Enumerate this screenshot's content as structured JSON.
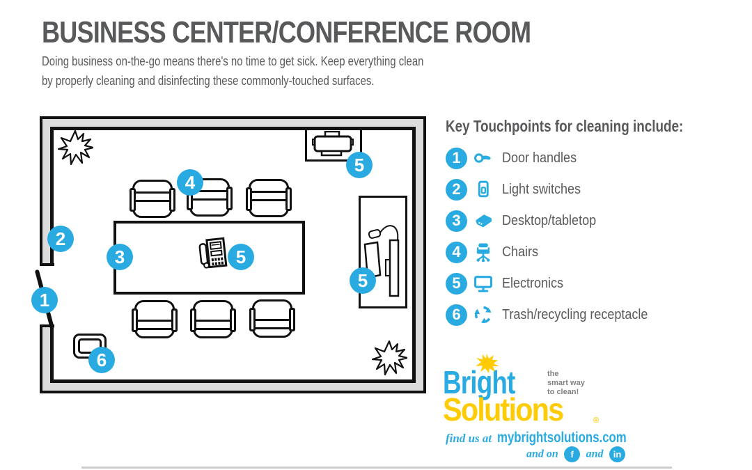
{
  "header": {
    "title": "BUSINESS CENTER/CONFERENCE ROOM",
    "subtitle_line1": "Doing business on-the-go means there's no time to get sick. Keep everything clean",
    "subtitle_line2": "by properly cleaning and disinfecting these commonly-touched surfaces."
  },
  "colors": {
    "accent_blue": "#29abe2",
    "brand_yellow": "#ffcb05",
    "text_gray": "#58595b",
    "wall_gray": "#dcdcdc",
    "line_black": "#111111"
  },
  "touchpoints": {
    "heading": "Key Touchpoints for cleaning include:",
    "items": [
      {
        "number": "1",
        "icon": "door-handle-icon",
        "label": "Door handles"
      },
      {
        "number": "2",
        "icon": "light-switch-icon",
        "label": "Light switches"
      },
      {
        "number": "3",
        "icon": "desktop-icon",
        "label": "Desktop/tabletop"
      },
      {
        "number": "4",
        "icon": "chair-icon",
        "label": "Chairs"
      },
      {
        "number": "5",
        "icon": "monitor-icon",
        "label": "Electronics"
      },
      {
        "number": "6",
        "icon": "recycle-icon",
        "label": "Trash/recycling receptacle"
      }
    ]
  },
  "floorplan": {
    "badges": [
      {
        "number": "1",
        "at": "door-handle"
      },
      {
        "number": "2",
        "at": "light-switch-wall"
      },
      {
        "number": "3",
        "at": "tabletop"
      },
      {
        "number": "4",
        "at": "chairs"
      },
      {
        "number": "5",
        "at": "fax-phone-on-table"
      },
      {
        "number": "5",
        "at": "printer"
      },
      {
        "number": "5",
        "at": "computer-desk"
      },
      {
        "number": "6",
        "at": "trash-bin"
      }
    ]
  },
  "brand": {
    "logo_word1": "Bright",
    "logo_word2": "Solutions",
    "registered_mark": "®",
    "tagline_line1": "the",
    "tagline_line2": "smart way",
    "tagline_line3": "to clean!",
    "find_us_script": "find us at",
    "website": "mybrightsolutions.com",
    "social_prefix_script": "and on",
    "social_connector_script": "and",
    "facebook_label": "f",
    "linkedin_label": "in"
  }
}
